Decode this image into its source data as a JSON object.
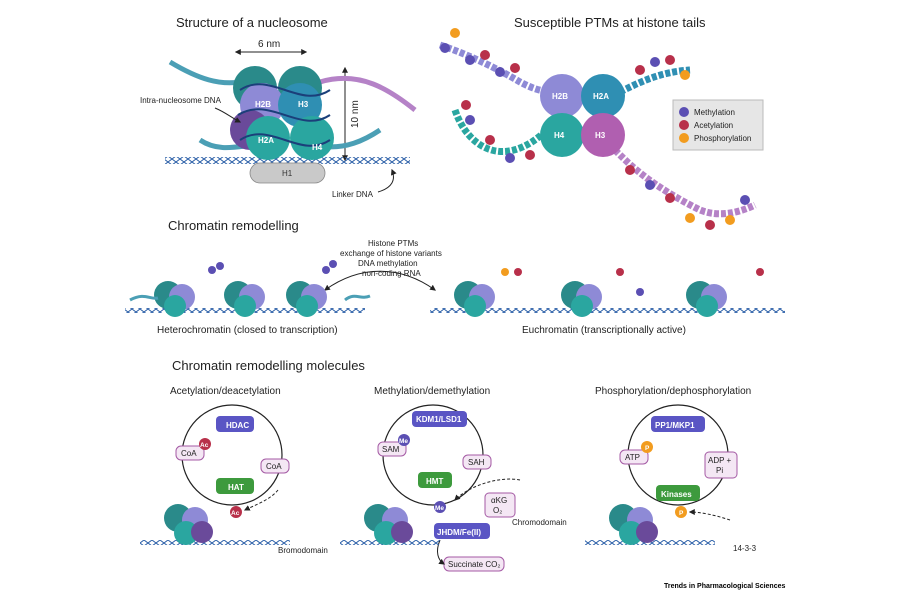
{
  "sections": {
    "nucleosome": {
      "title": "Structure of a nucleosome",
      "width_label": "6 nm",
      "height_label": "10 nm",
      "dna_label": "Intra-nucleosome DNA",
      "linker_label": "Linker DNA",
      "histones": [
        "H2B",
        "H3",
        "H2A",
        "H4",
        "H1"
      ]
    },
    "ptms": {
      "title": "Susceptible PTMs at histone tails",
      "histones": [
        "H2B",
        "H2A",
        "H4",
        "H3"
      ],
      "legend": [
        {
          "abbr": "Me",
          "label": "Methylation",
          "color": "#5b4fb3"
        },
        {
          "abbr": "Ac",
          "label": "Acetylation",
          "color": "#b8304a"
        },
        {
          "abbr": "P",
          "label": "Phosphorylation",
          "color": "#f29c1f"
        }
      ]
    },
    "remodelling": {
      "title": "Chromatin remodelling",
      "lines": [
        "Histone PTMs",
        "exchange of histone variants",
        "DNA methylation",
        "non-coding RNA"
      ],
      "hetero_label": "Heterochromatin (closed to transcription)",
      "eu_label": "Euchromatin (transcriptionally active)"
    },
    "molecules": {
      "title": "Chromatin remodelling molecules",
      "acetylation": {
        "title": "Acetylation/deacetylation",
        "top": "HDAC",
        "bottom": "HAT",
        "left": "CoA",
        "right": "CoA",
        "mark": "Ac",
        "reader": "Bromodomain"
      },
      "methylation": {
        "title": "Methylation/demethylation",
        "top": "KDM1/LSD1",
        "bottom": "HMT",
        "left": "SAM",
        "right": "SAH",
        "mark": "Me",
        "cofactor_1": "αKG",
        "cofactor_2": "O₂",
        "demethylase": "JHDM/Fe(II)",
        "product": "Succinate CO₂",
        "reader": "Chromodomain"
      },
      "phosphorylation": {
        "title": "Phosphorylation/dephosphorylation",
        "top": "PP1/MKP1",
        "bottom": "Kinases",
        "left": "ATP",
        "right_1": "ADP +",
        "right_2": "Pi",
        "mark": "P",
        "reader": "14-3-3"
      }
    },
    "source": "Trends in Pharmacological Sciences"
  },
  "colors": {
    "h2b": "#8e8ad6",
    "h3": "#2f8fb3",
    "h2a": "#2aa6a0",
    "h4": "#b05fb0",
    "dark_teal": "#1f6e6a",
    "purple": "#6a5aa8",
    "dna": "#2b5fa8",
    "me": "#5b4fb3",
    "ac": "#b8304a",
    "p": "#f29c1f",
    "enzyme_purple": "#5a55c4",
    "enzyme_green": "#3d9a3d",
    "reader": "#f2c22a",
    "pill_bg": "#f4e7f4",
    "pill_border": "#a45aa4"
  }
}
